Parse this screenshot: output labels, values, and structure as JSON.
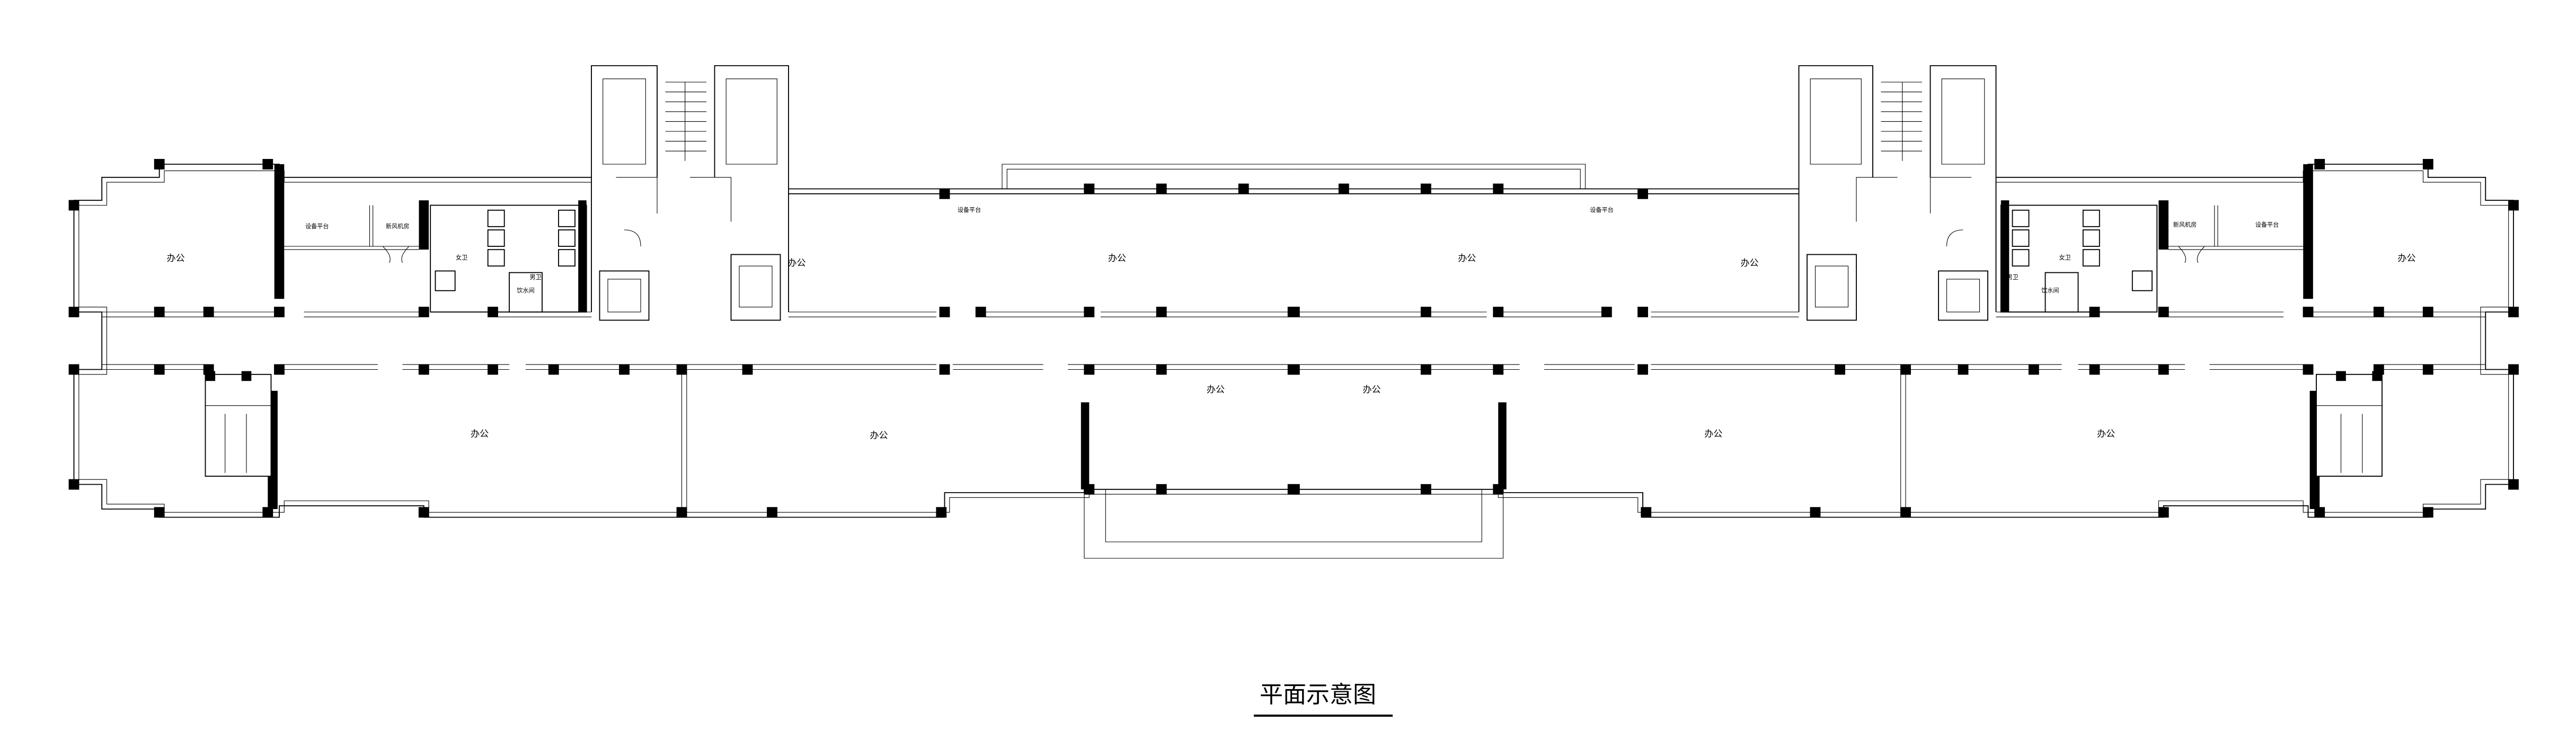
{
  "title": "平面示意图",
  "rooms": {
    "office": "办公",
    "equipment_platform": "设备平台",
    "fresh_air_room": "新风机房",
    "female_wc": "女卫",
    "male_wc": "男卫",
    "water_room": "饮水间"
  }
}
